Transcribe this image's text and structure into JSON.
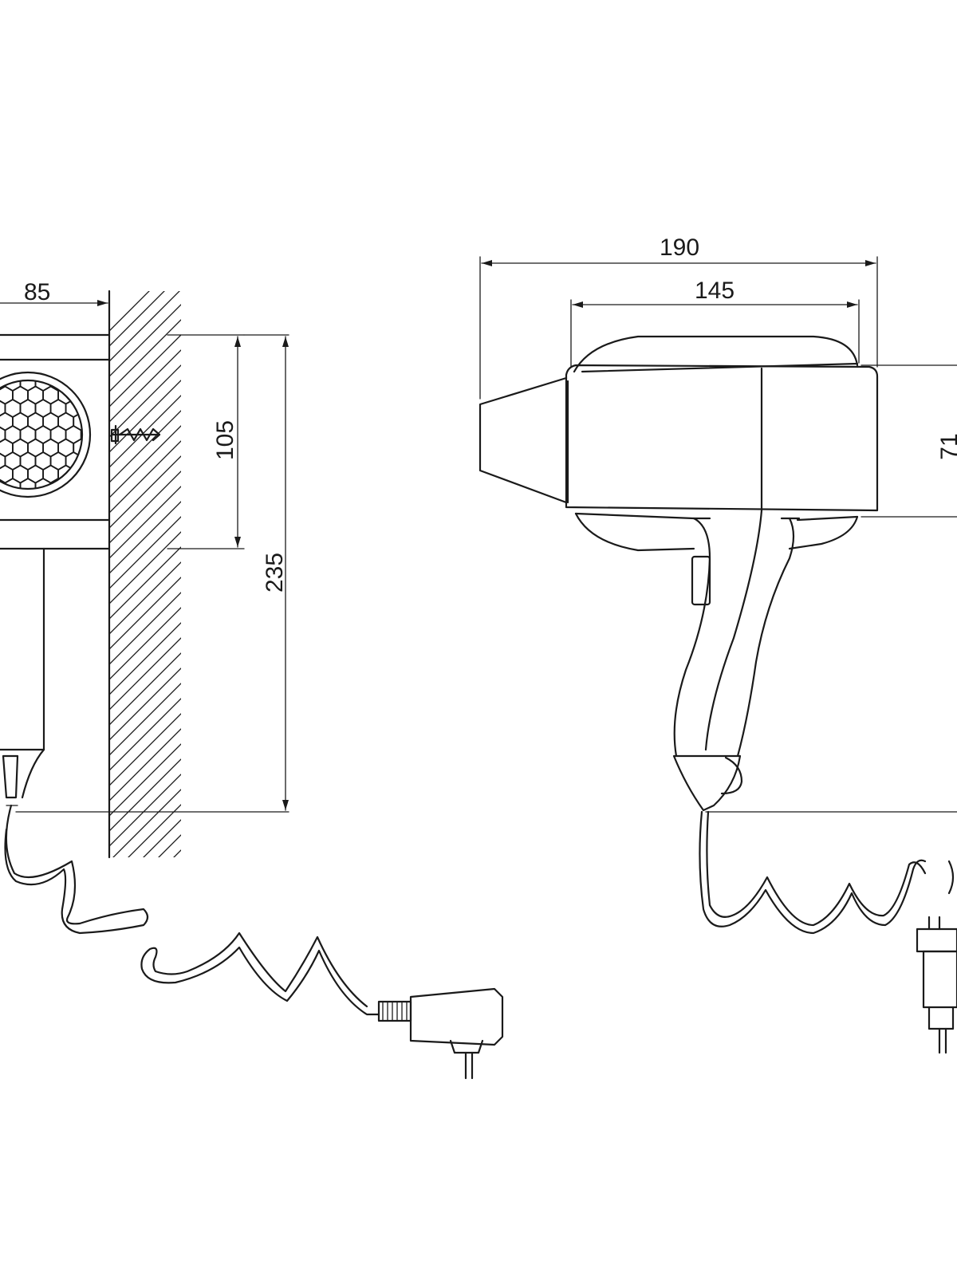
{
  "dimensions": {
    "depth": "85",
    "body_height": "105",
    "total_height": "235",
    "total_length": "190",
    "body_length": "145",
    "side_height_partial": "71"
  },
  "colors": {
    "line": "#1a1a1a",
    "background": "#ffffff"
  }
}
